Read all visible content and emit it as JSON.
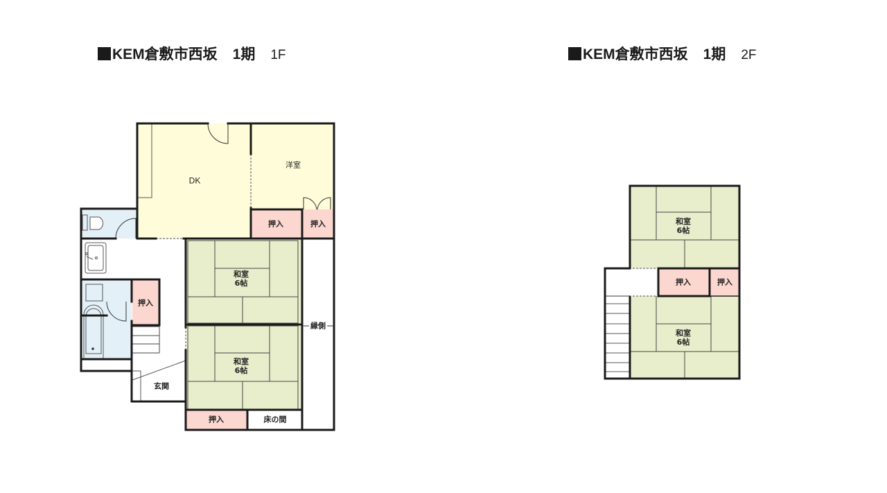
{
  "floor1": {
    "title_prefix": "KEM倉敷市西坂",
    "period": "1期",
    "floor": "1F",
    "rooms": {
      "dk": "DK",
      "western": "洋室",
      "closet_a": "押入",
      "closet_b": "押入",
      "closet_c": "押入",
      "closet_d": "押入",
      "washitsu_1_name": "和室",
      "washitsu_1_size": "6帖",
      "washitsu_2_name": "和室",
      "washitsu_2_size": "6帖",
      "engawa": "縁側",
      "genkan": "玄関",
      "tokonoma": "床の間"
    }
  },
  "floor2": {
    "title_prefix": "KEM倉敷市西坂",
    "period": "1期",
    "floor": "2F",
    "rooms": {
      "closet_a": "押入",
      "closet_b": "押入",
      "washitsu_1_name": "和室",
      "washitsu_1_size": "6帖",
      "washitsu_2_name": "和室",
      "washitsu_2_size": "6帖"
    }
  },
  "colors": {
    "dk": "#fefcd9",
    "washitsu": "#e8eecb",
    "closet": "#fbd7d0",
    "wet": "#e3f0f7",
    "wall": "#1a1a1a"
  }
}
